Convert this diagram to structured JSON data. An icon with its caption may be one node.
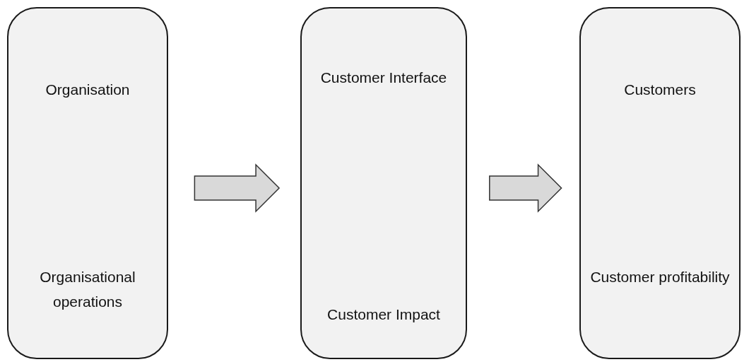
{
  "diagram": {
    "nodes": [
      {
        "text": [
          "Organisation",
          "Organisational operations"
        ]
      },
      {
        "text": [
          "Customer Interface",
          "Customer Impact"
        ]
      },
      {
        "text": [
          "Customers",
          "Customer profitability"
        ]
      }
    ],
    "edges": [
      {
        "from": 0,
        "to": 1,
        "arrow": "to"
      },
      {
        "from": 1,
        "to": 2,
        "arrow": "to"
      }
    ]
  }
}
